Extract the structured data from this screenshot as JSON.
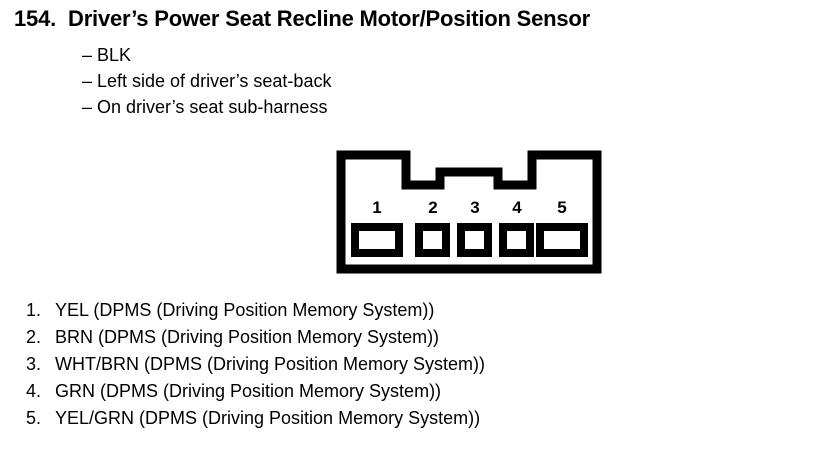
{
  "header": {
    "number": "154.",
    "title": "Driver’s Power Seat Recline Motor/Position Sensor"
  },
  "spec_list": {
    "dash": "–",
    "items": [
      "BLK",
      "Left side of driver’s seat-back",
      "On driver’s seat sub-harness"
    ]
  },
  "connector": {
    "pin_numbers": [
      "1",
      "2",
      "3",
      "4",
      "5"
    ],
    "outline_color": "#000000",
    "fill_color": "#ffffff"
  },
  "pin_legend": {
    "items": [
      {
        "index": "1.",
        "text": "YEL (DPMS (Driving Position Memory System))"
      },
      {
        "index": "2.",
        "text": "BRN (DPMS (Driving Position Memory System))"
      },
      {
        "index": "3.",
        "text": "WHT/BRN (DPMS (Driving Position Memory System))"
      },
      {
        "index": "4.",
        "text": "GRN (DPMS (Driving Position Memory System))"
      },
      {
        "index": "5.",
        "text": "YEL/GRN (DPMS (Driving Position Memory System))"
      }
    ]
  }
}
